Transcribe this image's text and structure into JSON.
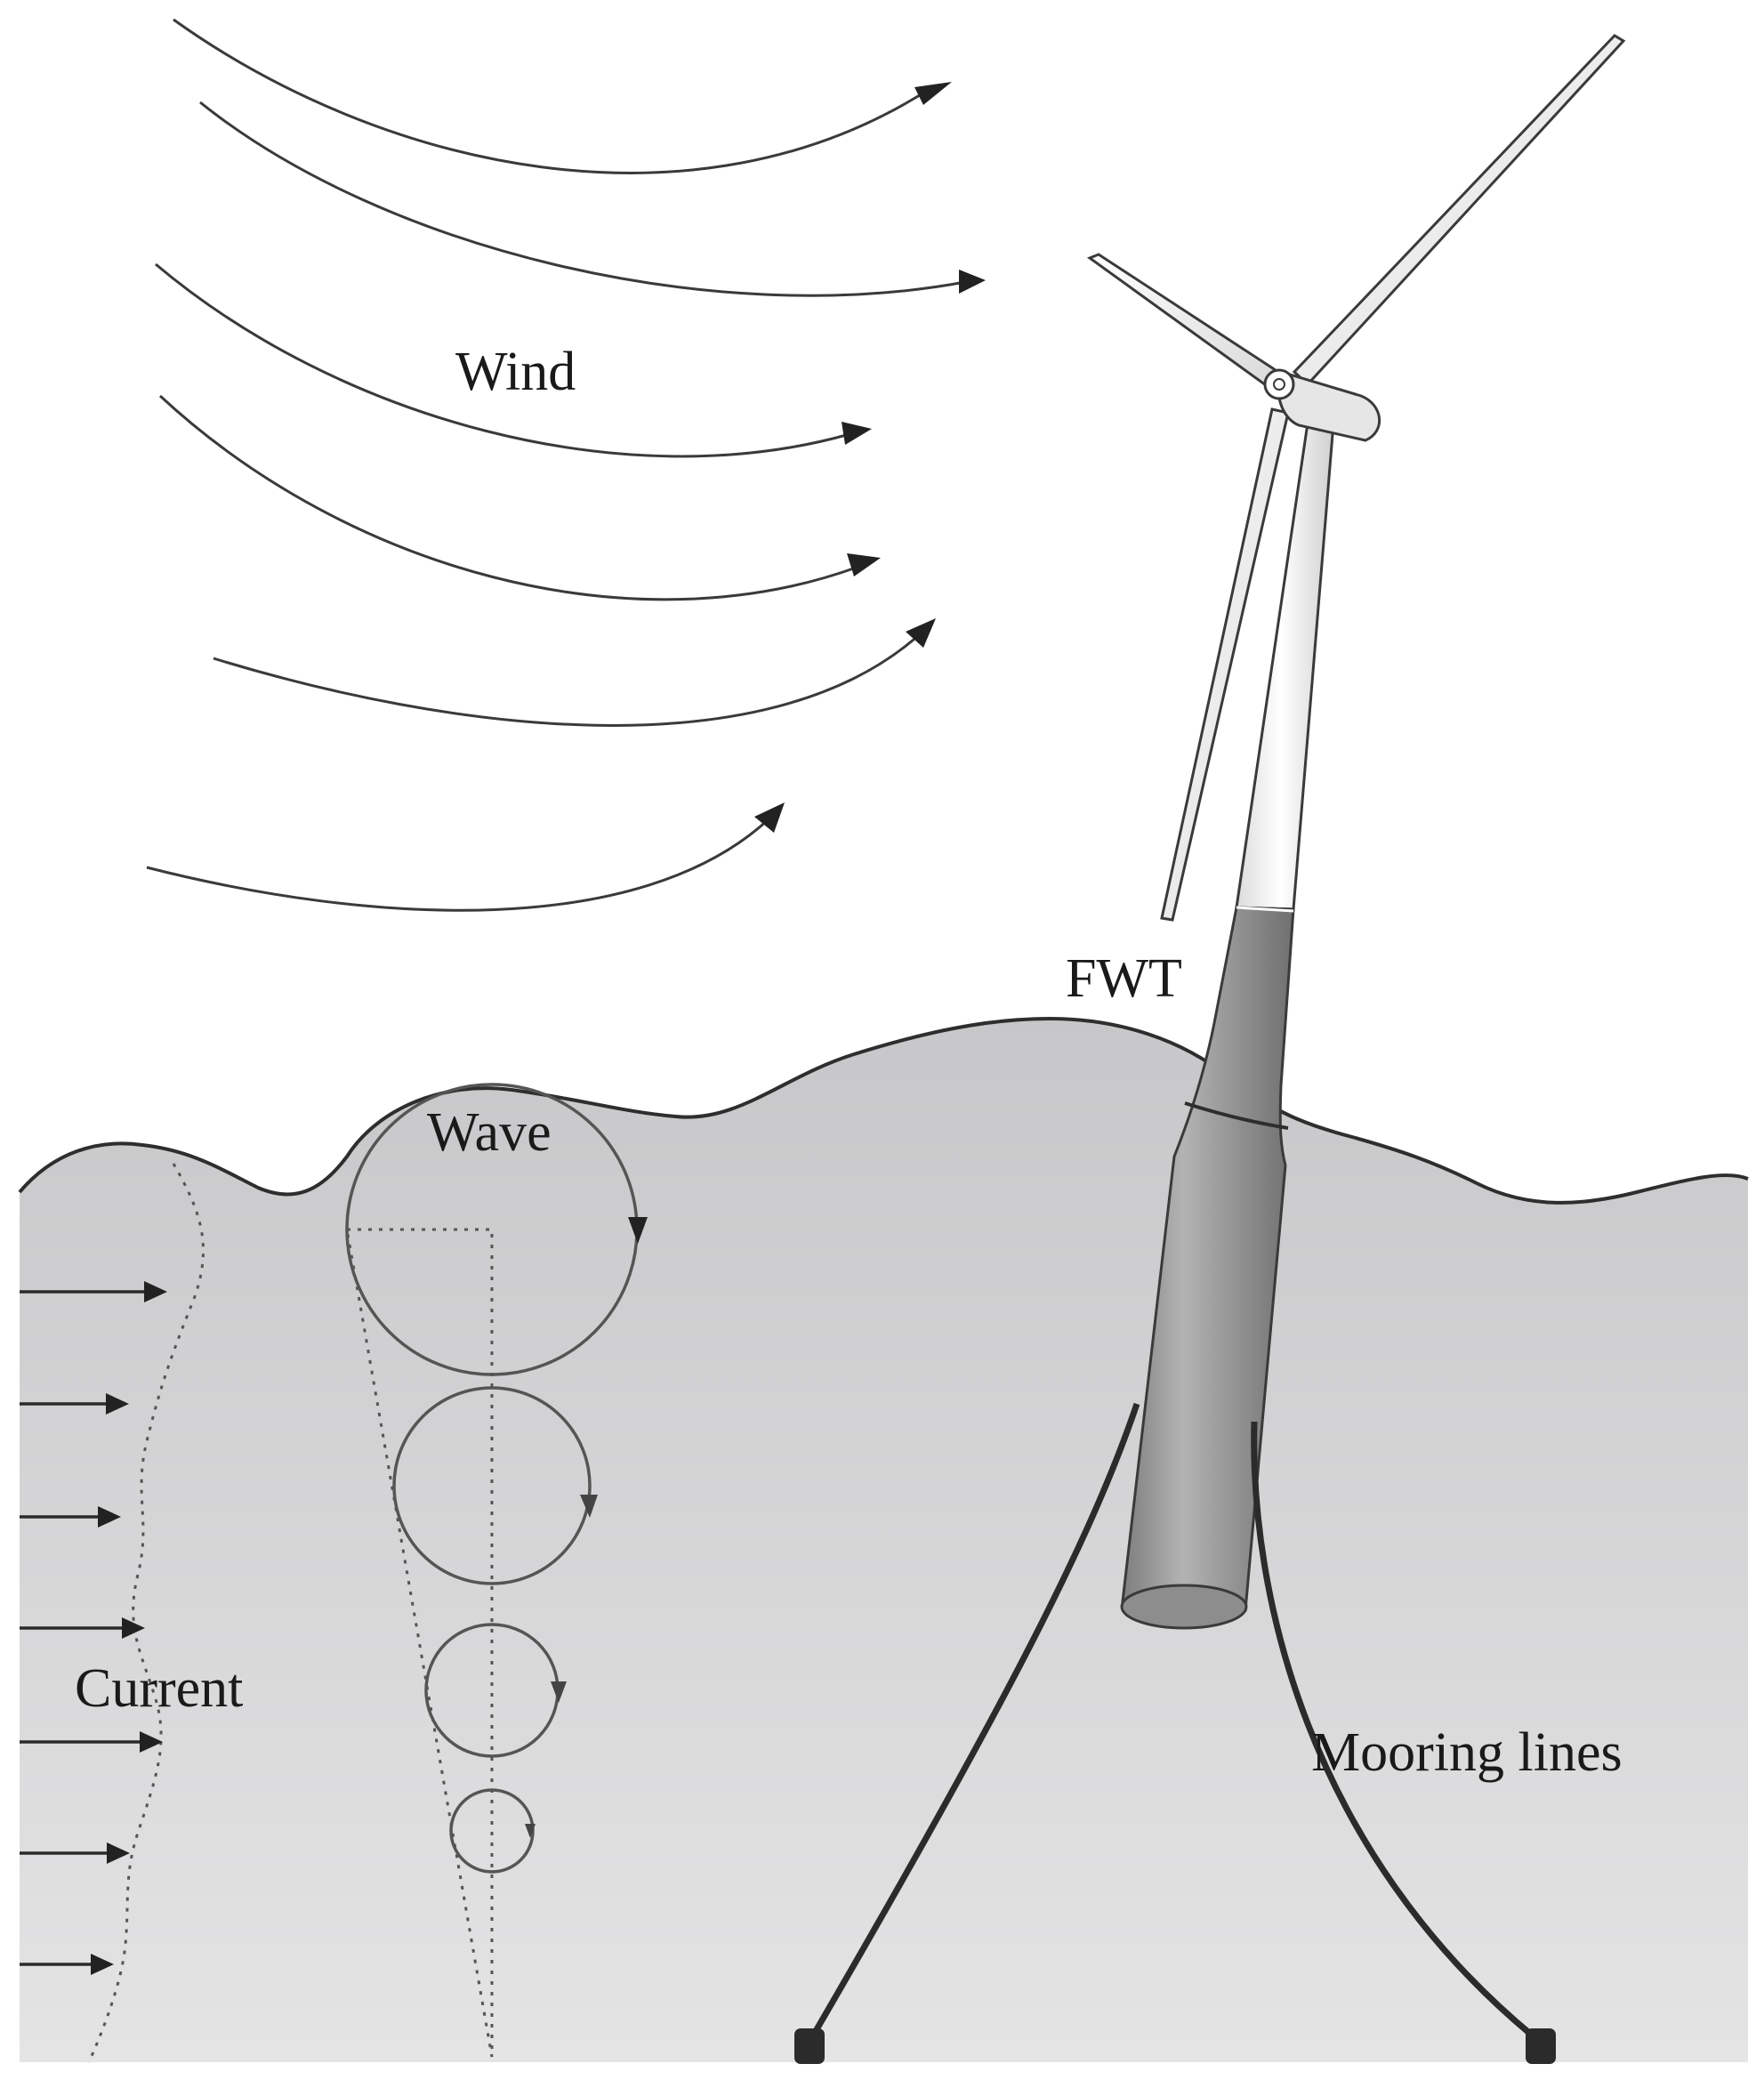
{
  "labels": {
    "wind": "Wind",
    "fwt": "FWT",
    "wave": "Wave",
    "current": "Current",
    "mooring": "Mooring lines"
  },
  "colors": {
    "water_top": "#c7c7c9",
    "water_bottom": "#e2e2e3",
    "tower_light": "#f7f7f7",
    "tower_dark": "#858585",
    "line_dark": "#2b2b2b"
  }
}
